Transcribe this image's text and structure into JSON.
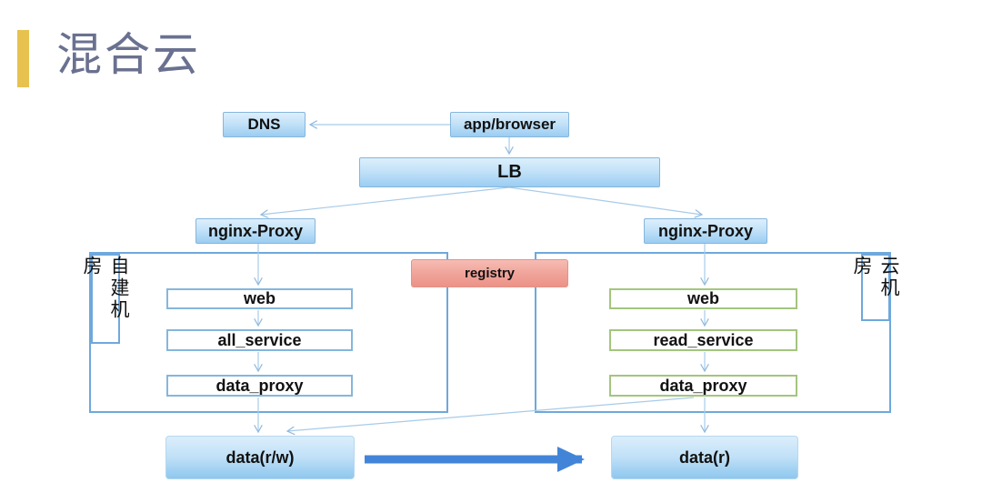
{
  "slide": {
    "title": "混合云"
  },
  "nodes": {
    "dns": {
      "label": "DNS"
    },
    "app_browser": {
      "label": "app/browser"
    },
    "lb": {
      "label": "LB"
    },
    "nginx_left": {
      "label": "nginx-Proxy"
    },
    "nginx_right": {
      "label": "nginx-Proxy"
    },
    "registry": {
      "label": "registry"
    },
    "left_room": {
      "label": "自建机房"
    },
    "right_room": {
      "label": "云机房"
    },
    "left_web": {
      "label": "web"
    },
    "left_all_service": {
      "label": "all_service"
    },
    "left_data_proxy": {
      "label": "data_proxy"
    },
    "right_web": {
      "label": "web"
    },
    "right_read_service": {
      "label": "read_service"
    },
    "right_data_proxy": {
      "label": "data_proxy"
    },
    "data_rw": {
      "label": "data(r/w)"
    },
    "data_r": {
      "label": "data(r)"
    }
  },
  "colors": {
    "accent_bar": "#e7c24f",
    "title_text": "#6a7190",
    "node_gradient_top": "#ddeffc",
    "node_gradient_bottom": "#9bcdf2",
    "node_border": "#85b6dc",
    "container_border": "#6fa8dc",
    "green_box_border": "#a3c57e",
    "registry_gradient_top": "#f6bcb4",
    "registry_gradient_bottom": "#ec9288",
    "connector_line": "#a8cbe8",
    "flow_arrow": "#4285d8",
    "text": "#111111"
  }
}
